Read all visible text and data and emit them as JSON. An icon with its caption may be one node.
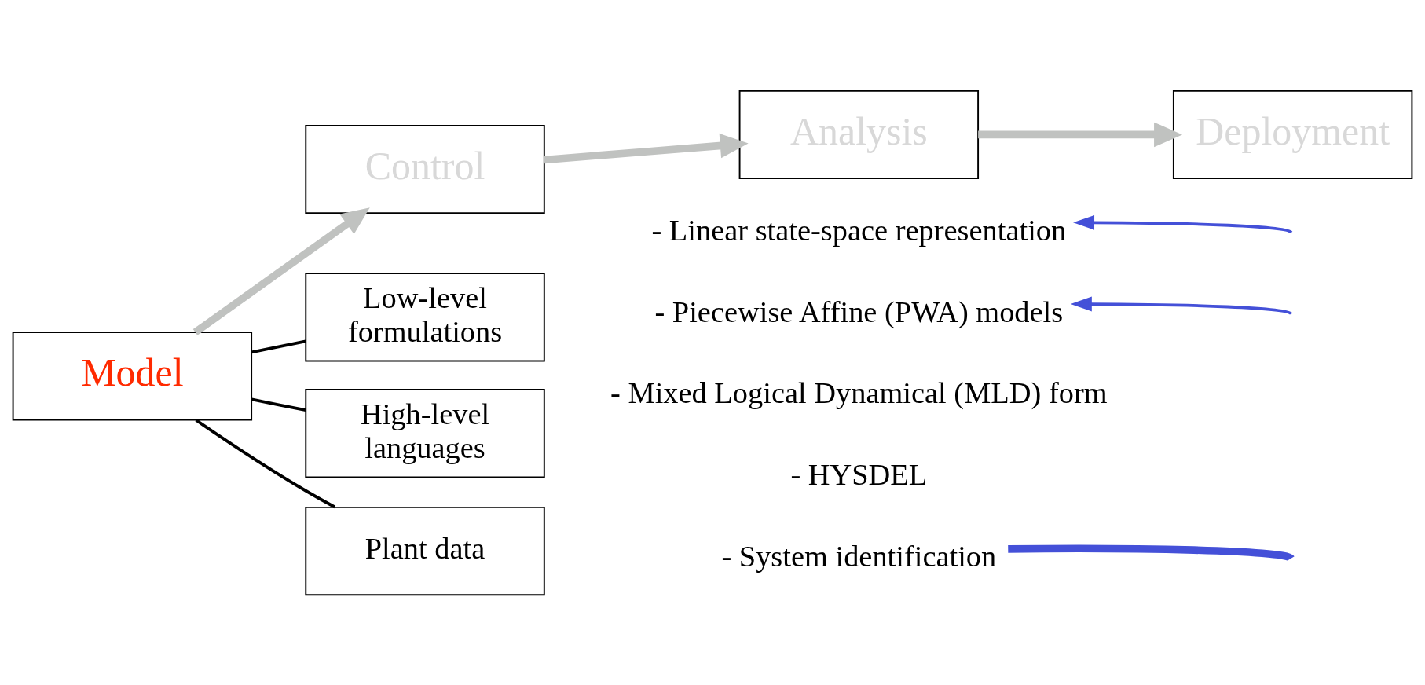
{
  "diagram": {
    "nodes": [
      {
        "text": [
          "Model"
        ]
      },
      {
        "text": [
          "Control"
        ]
      },
      {
        "text": [
          "Analysis"
        ]
      },
      {
        "text": [
          "Deployment"
        ]
      },
      {
        "text": [
          "Low-level formulations"
        ]
      },
      {
        "text": [
          "High-level languages"
        ]
      },
      {
        "text": [
          "Plant data"
        ]
      },
      {
        "text": [
          "- Linear state-space representation"
        ]
      },
      {
        "text": [
          "- Piecewise Affine (PWA) models"
        ]
      },
      {
        "text": [
          "- System identification"
        ]
      }
    ],
    "edges": [
      {
        "from": 0,
        "to": 1,
        "arrow": "to",
        "style": "thick",
        "color": "#c0c2c0"
      },
      {
        "from": 1,
        "to": 2,
        "arrow": "to",
        "style": "thick",
        "color": "#c0c2c0"
      },
      {
        "from": 2,
        "to": 3,
        "arrow": "to",
        "style": "thick",
        "color": "#c0c2c0"
      },
      {
        "from": 0,
        "to": 4,
        "arrow": "none",
        "color": "#000000"
      },
      {
        "from": 0,
        "to": 5,
        "arrow": "none",
        "color": "#000000"
      },
      {
        "from": 0,
        "to": 6,
        "arrow": "none",
        "color": "#000000"
      },
      {
        "from": null,
        "to": 7,
        "arrow": "to",
        "color": "#4450d8"
      },
      {
        "from": null,
        "to": 8,
        "arrow": "to",
        "color": "#4450d8"
      },
      {
        "from": null,
        "to": 9,
        "arrow": "none",
        "style": "thick",
        "color": "#4450d8"
      }
    ],
    "labels": [
      "- Mixed Logical Dynamical (MLD) form",
      "- HYSDEL"
    ]
  }
}
